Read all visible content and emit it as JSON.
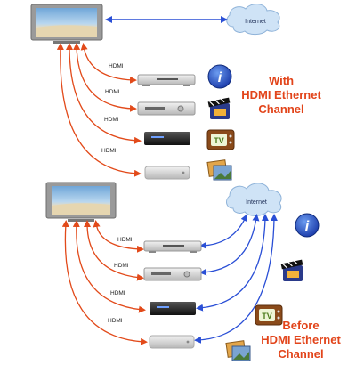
{
  "top": {
    "cloud_label": "Internet",
    "hdmi_labels": [
      "HDMI",
      "HDMI",
      "HDMI",
      "HDMI"
    ],
    "title_lines": [
      "With",
      "HDMI Ethernet",
      "Channel"
    ],
    "badges": [
      "i",
      "TV"
    ]
  },
  "bottom": {
    "cloud_label": "Internet",
    "hdmi_labels": [
      "HDMI",
      "HDMI",
      "HDMI",
      "HDMI"
    ],
    "title_lines": [
      "Before",
      "HDMI Ethernet",
      "Channel"
    ],
    "badges": [
      "i",
      "TV"
    ]
  },
  "colors": {
    "hdmi_line": "#e24a1a",
    "ethernet_line": "#2a4fd6",
    "title": "#e2441a",
    "cloud": "#cfe3f6",
    "info_icon": "#1f4fbf"
  }
}
